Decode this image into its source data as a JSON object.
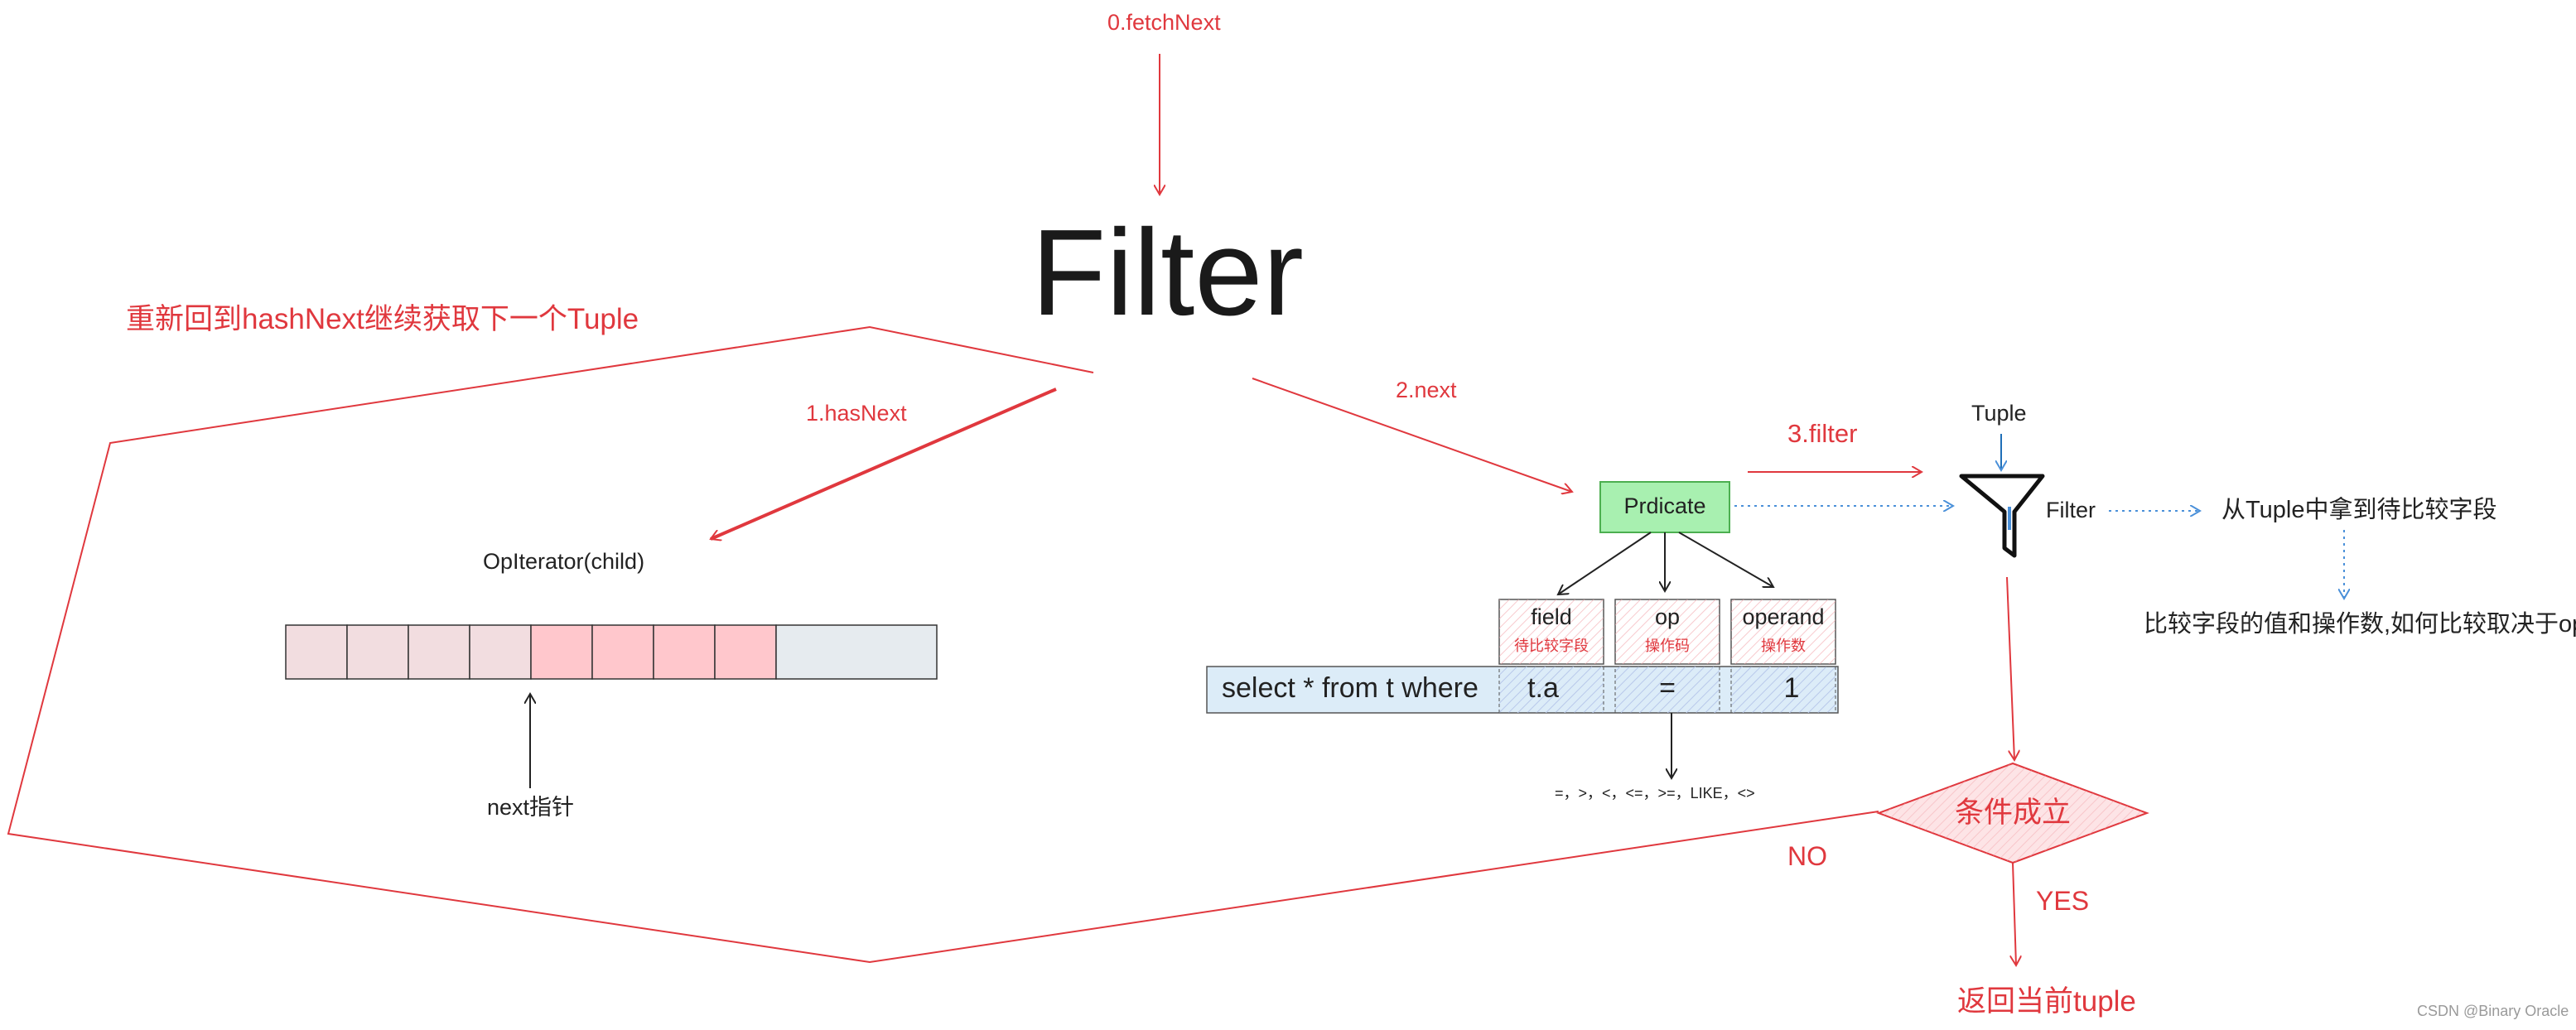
{
  "title": "Filter",
  "steps": {
    "fetch_next": "0.fetchNext",
    "has_next": "1.hasNext",
    "next": "2.next",
    "filter": "3.filter"
  },
  "loop_label": "重新回到hashNext继续获取下一个Tuple",
  "child": {
    "label": "OpIterator(child)",
    "pointer_label": "next指针",
    "cells": [
      {
        "fill": "#f2dde0"
      },
      {
        "fill": "#f2dde0"
      },
      {
        "fill": "#f2dde0"
      },
      {
        "fill": "#f2dde0"
      },
      {
        "fill": "#ffc7cc"
      },
      {
        "fill": "#ffc7cc"
      },
      {
        "fill": "#ffc7cc"
      },
      {
        "fill": "#ffc7cc"
      },
      {
        "fill": "#e6ebef"
      }
    ]
  },
  "predicate": {
    "label": "Prdicate",
    "fields": [
      {
        "name": "field",
        "desc": "待比较字段",
        "value": "t.a"
      },
      {
        "name": "op",
        "desc": "操作码",
        "value": "="
      },
      {
        "name": "operand",
        "desc": "操作数",
        "value": "1"
      }
    ],
    "sql": "select * from t where",
    "ops_list": "=，>，<，<=，>=，LIKE，<>"
  },
  "filter_icon": {
    "tuple_label": "Tuple",
    "label": "Filter",
    "note_1": "从Tuple中拿到待比较字段",
    "note_2": "比较字段的值和操作数,如何比较取决于op"
  },
  "decision": {
    "label": "条件成立",
    "no": "NO",
    "yes": "YES",
    "result": "返回当前tuple"
  },
  "watermark": "CSDN @Binary Oracle",
  "colors": {
    "red": "#e0383e",
    "predicate_fill": "#a8f0b0",
    "predicate_stroke": "#4caf50",
    "sql_fill": "#dcecf8",
    "blue": "#4a90d9"
  }
}
